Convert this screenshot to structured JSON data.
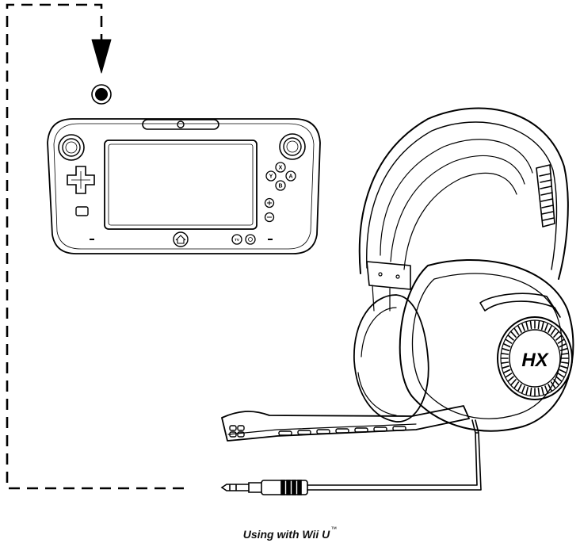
{
  "diagram": {
    "caption": "Using with Wii U",
    "caption_mark": "™",
    "gamepad": {
      "buttons": {
        "x": "X",
        "y": "Y",
        "a": "A",
        "b": "B",
        "tv": "TV"
      }
    },
    "headset": {
      "logo": "HX"
    }
  }
}
